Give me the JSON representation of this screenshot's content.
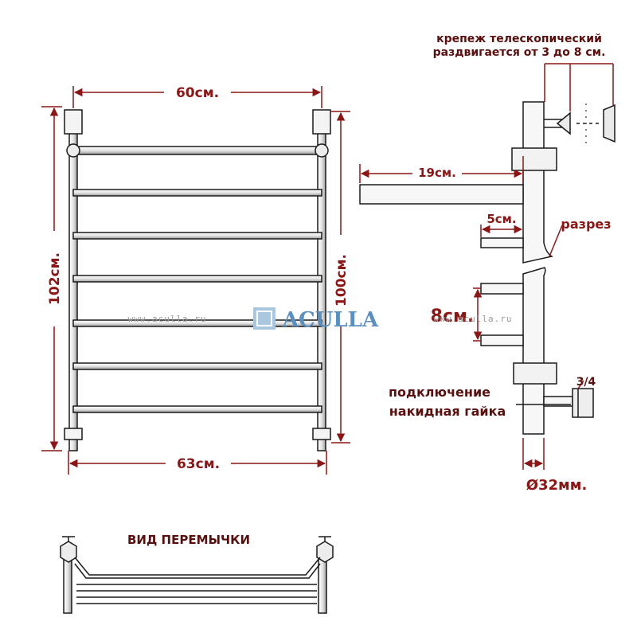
{
  "front": {
    "width_top": "60см.",
    "height_left": "102см.",
    "height_right": "100см.",
    "width_bottom": "63см."
  },
  "side": {
    "mount_note_line1": "крепеж телескопический",
    "mount_note_line2": "раздвигается от 3 до 8 см.",
    "depth_label": "19см.",
    "short_label": "5см.",
    "cut_label": "разрез",
    "spacing_label": "8см.",
    "thread_label": "3/4",
    "connection_line1": "подключение",
    "connection_line2": "накидная гайка",
    "diameter_label": "Ø32мм."
  },
  "bridge": {
    "title": "ВИД ПЕРЕМЫЧКИ"
  },
  "watermark": {
    "url_left": "www.aculla.ru",
    "url_right": "www.aculla.ru",
    "brand": "ACULLA"
  },
  "colors": {
    "dimension": "#8a1616",
    "note": "#5a0f0f",
    "line": "#1a1a1a",
    "brand": "#5a8fbf"
  }
}
